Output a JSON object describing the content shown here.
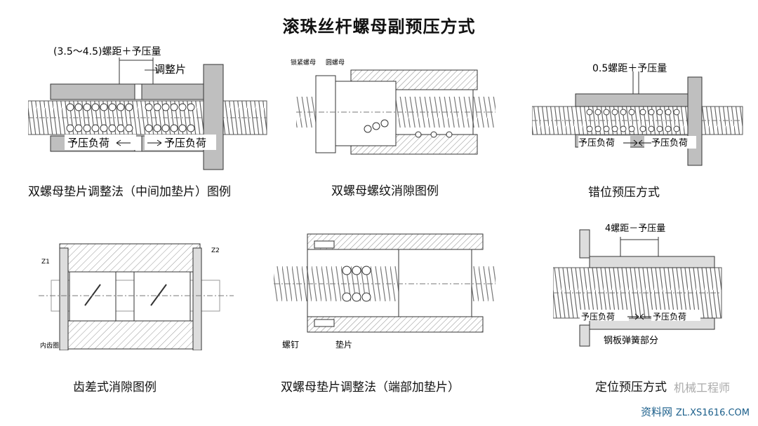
{
  "title": "滚珠丝杆螺母副预压方式",
  "figures": [
    {
      "id": "fig1",
      "caption": "双螺母垫片调整法（中间加垫片）图例",
      "labels": {
        "pitch": "(3.5～4.5)螺距＋予压量",
        "shim": "调整片",
        "load_left": "予压负荷",
        "load_right": "予压负荷"
      }
    },
    {
      "id": "fig2",
      "caption": "双螺母螺纹消隙图例",
      "labels": {
        "locknut": "锁紧螺母",
        "nut": "圆螺母"
      }
    },
    {
      "id": "fig3",
      "caption": "错位预压方式",
      "labels": {
        "pitch": "0.5螺距＋予压量",
        "load_left": "予压负荷",
        "load_right": "予压负荷"
      }
    },
    {
      "id": "fig4",
      "caption": "齿差式消隙图例",
      "labels": {
        "z1": "Z1",
        "z2": "Z2",
        "inner": "内齿圈"
      }
    },
    {
      "id": "fig5",
      "caption": "双螺母垫片调整法（端部加垫片）",
      "labels": {
        "screw": "螺钉",
        "shim": "垫片"
      }
    },
    {
      "id": "fig6",
      "caption": "定位预压方式",
      "labels": {
        "pitch": "4螺距－予压量",
        "load_left": "予压负荷",
        "load_right": "予压负荷",
        "spring": "钢板弹簧部分"
      }
    }
  ],
  "watermark": {
    "brand": "机械工程师",
    "site": "资料网",
    "url": "ZL.XS1616.COM"
  }
}
